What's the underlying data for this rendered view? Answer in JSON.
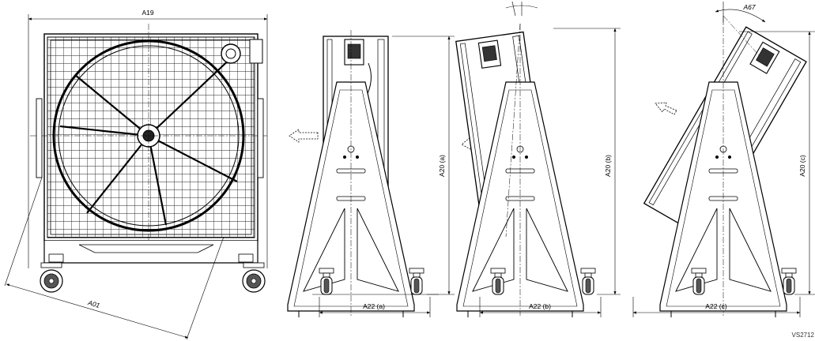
{
  "labels": {
    "width_overall": "A19",
    "diagonal": "A01",
    "tilt_angle": "A67",
    "height_a": "A20 (a)",
    "height_b": "A20 (b)",
    "height_c": "A20 (c)",
    "depth_a": "A22 (a)",
    "depth_b": "A22 (b)",
    "depth_c": "A22 (c)"
  },
  "drawing_code": "VS2712",
  "colors": {
    "line": "#000000",
    "background": "#ffffff",
    "hatch": "#666666"
  }
}
